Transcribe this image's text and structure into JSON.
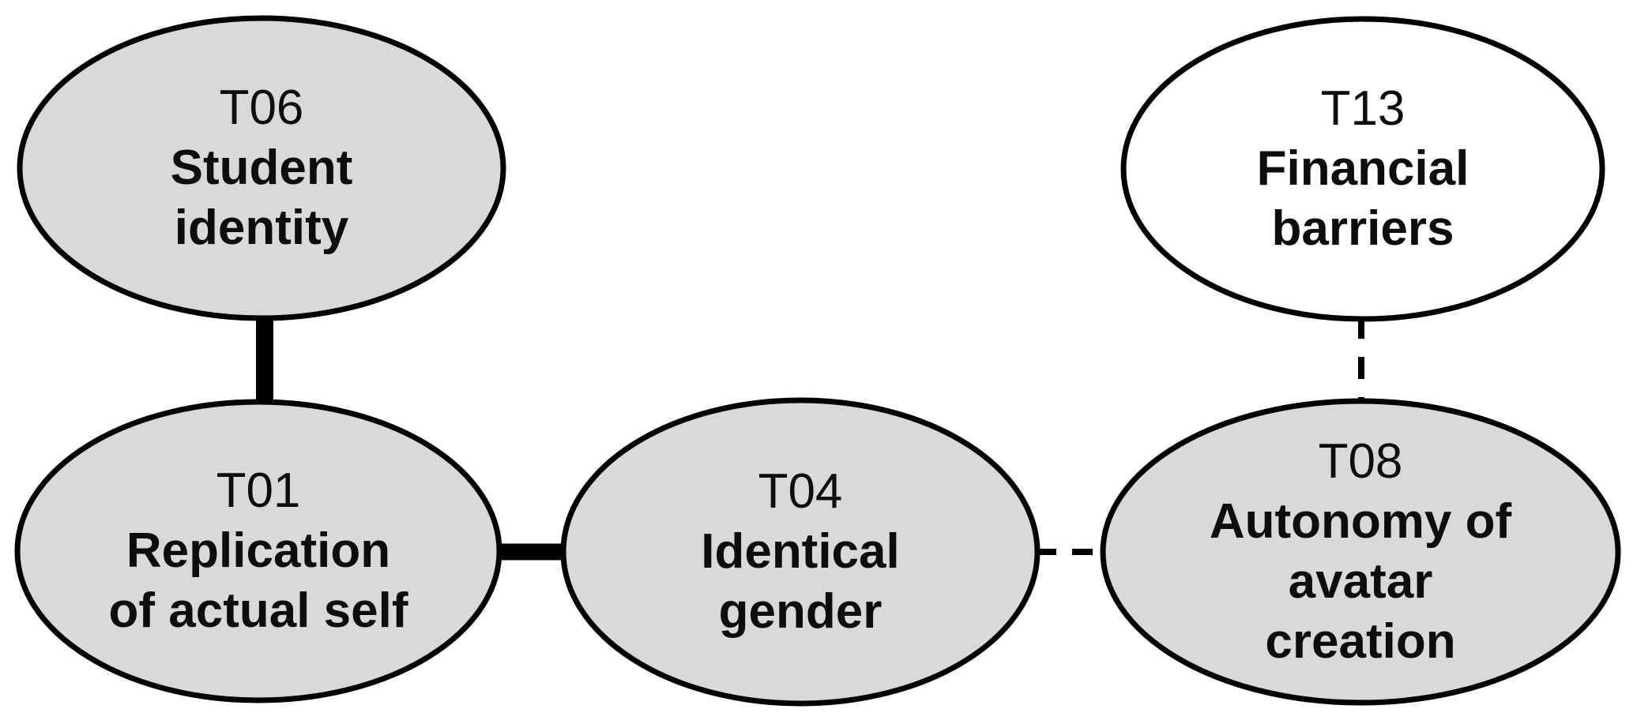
{
  "figure": {
    "type": "concept-network-diagram",
    "background_color": "#ffffff",
    "stroke_color": "#000000",
    "text_color": "#0d0d0d",
    "gray_fill": "#d9d9d9",
    "white_fill": "#ffffff",
    "nodes": [
      {
        "code": "T06",
        "label": "Student\nidentity",
        "fill": "#d9d9d9"
      },
      {
        "code": "T01",
        "label": "Replication\nof actual self",
        "fill": "#d9d9d9"
      },
      {
        "code": "T04",
        "label": "Identical\ngender",
        "fill": "#d9d9d9"
      },
      {
        "code": "T13",
        "label": "Financial\nbarriers",
        "fill": "#ffffff"
      },
      {
        "code": "T08",
        "label": "Autonomy of\navatar\ncreation",
        "fill": "#d9d9d9"
      }
    ],
    "edges": [
      {
        "from": "T06",
        "to": "T01",
        "style": "solid-thick"
      },
      {
        "from": "T01",
        "to": "T04",
        "style": "solid-thick"
      },
      {
        "from": "T04",
        "to": "T08",
        "style": "dashed"
      },
      {
        "from": "T13",
        "to": "T08",
        "style": "dashed"
      }
    ]
  }
}
